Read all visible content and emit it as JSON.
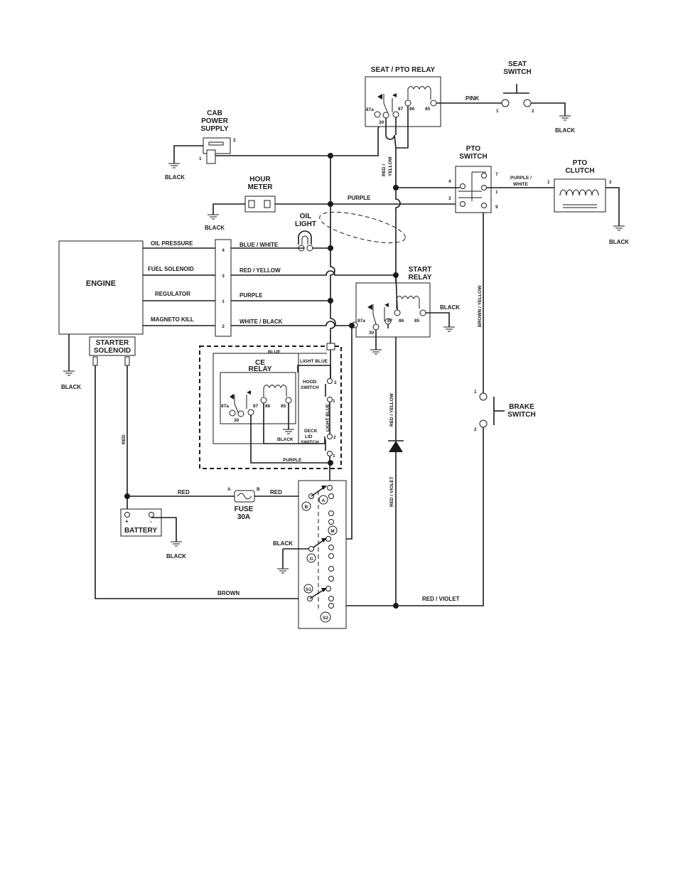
{
  "components": {
    "engine": "ENGINE",
    "starter_solenoid_1": "STARTER",
    "starter_solenoid_2": "SOLENOID",
    "battery": "BATTERY",
    "battery_plus": "+",
    "battery_minus": "-",
    "fuse_1": "FUSE",
    "fuse_2": "30A",
    "fuse_a": "A",
    "fuse_b": "B",
    "cab_1": "CAB",
    "cab_2": "POWER",
    "cab_3": "SUPPLY",
    "hour_1": "HOUR",
    "hour_2": "METER",
    "oil_1": "OIL",
    "oil_2": "LIGHT",
    "seat_pto_relay": "SEAT / PTO RELAY",
    "seat_switch_1": "SEAT",
    "seat_switch_2": "SWITCH",
    "pto_switch_1": "PTO",
    "pto_switch_2": "SWITCH",
    "pto_clutch_1": "PTO",
    "pto_clutch_2": "CLUTCH",
    "start_relay_1": "START",
    "start_relay_2": "RELAY",
    "ce_relay_1": "CE",
    "ce_relay_2": "RELAY",
    "hood_1": "HOOD",
    "hood_2": "SWITCH",
    "deck_1": "DECK",
    "deck_2": "LID",
    "deck_3": "SWITCH",
    "brake_1": "BRAKE",
    "brake_2": "SWITCH"
  },
  "engine_signals": {
    "oil_pressure": "OIL PRESSURE",
    "fuel_solenoid": "FUEL SOLENOID",
    "regulator": "REGULATOR",
    "magneto_kill": "MAGNETO KILL"
  },
  "connector_pins": [
    "4",
    "3",
    "1",
    "2"
  ],
  "relay_pins": {
    "p87a": "87a",
    "p87": "87",
    "p86": "86",
    "p85": "85",
    "p30": "30"
  },
  "ignition_positions": {
    "a": "A",
    "b": "B",
    "m": "M",
    "g": "G",
    "s1": "S1",
    "s2": "S2"
  },
  "wire_colors": {
    "black": "BLACK",
    "red": "RED",
    "brown": "BROWN",
    "pink": "PINK",
    "purple": "PURPLE",
    "blue": "BLUE",
    "light_blue": "LIGHT BLUE",
    "blue_white": "BLUE / WHITE",
    "red_yellow": "RED / YELLOW",
    "white_black": "WHITE / BLACK",
    "purple_white_1": "PURPLE /",
    "purple_white_2": "WHITE",
    "red_slash": "RED /",
    "yellow": "YELLOW",
    "brown_yellow": "BROWN / YELLOW",
    "red_violet": "RED / VIOLET"
  },
  "pin_numbers": {
    "n1": "1",
    "n2": "2",
    "n3": "3",
    "n4": "4",
    "n7": "7",
    "n9": "9"
  }
}
